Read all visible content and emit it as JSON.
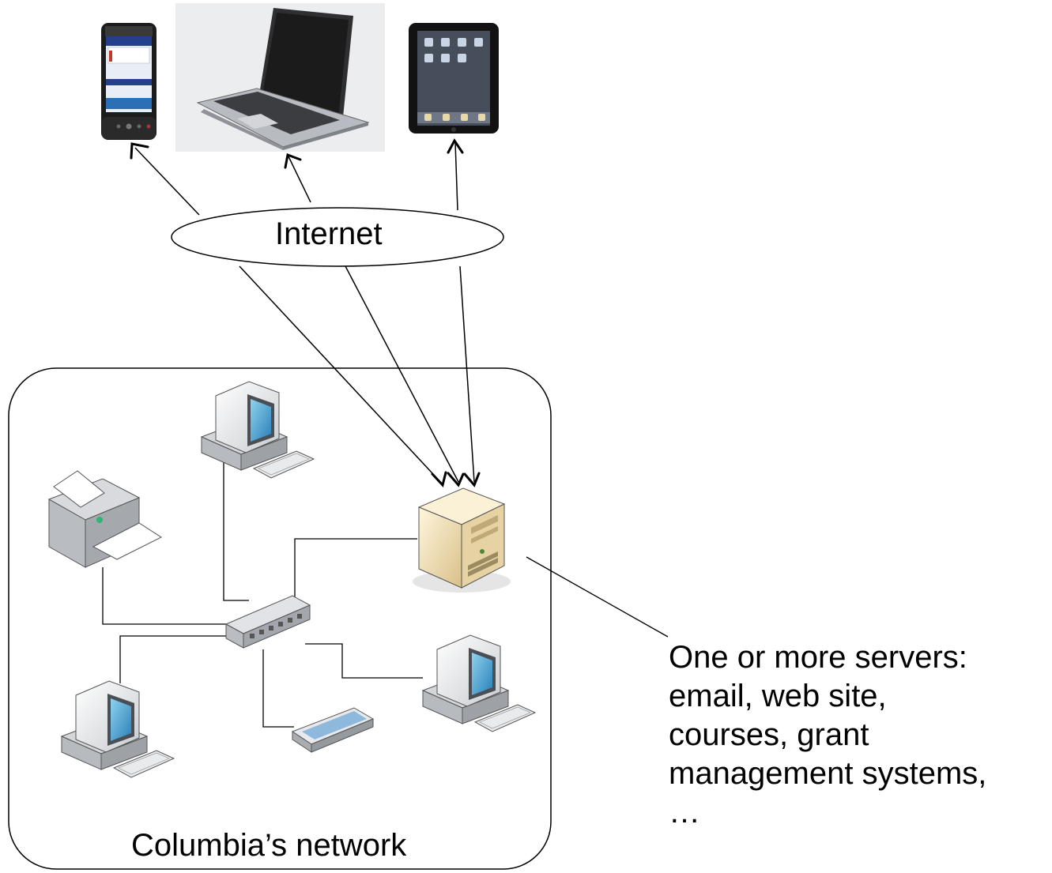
{
  "labels": {
    "internet": "Internet",
    "network": "Columbia’s network",
    "servers_lines": [
      "One or more servers:",
      "email, web site,",
      "courses, grant",
      "management systems,",
      "…"
    ]
  },
  "devices": {
    "external": [
      "smartphone-icon",
      "laptop-icon",
      "tablet-icon"
    ],
    "internal": [
      "desktop-computer-icon",
      "printer-icon",
      "server-icon",
      "network-switch-icon",
      "scanner-icon"
    ]
  }
}
